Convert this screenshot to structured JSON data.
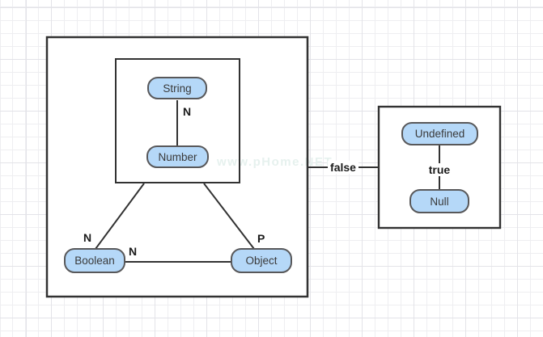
{
  "diagram": {
    "nodes": [
      {
        "id": "string",
        "label": "String"
      },
      {
        "id": "number",
        "label": "Number"
      },
      {
        "id": "boolean",
        "label": "Boolean"
      },
      {
        "id": "object",
        "label": "Object"
      },
      {
        "id": "undefined",
        "label": "Undefined"
      },
      {
        "id": "null",
        "label": "Null"
      }
    ],
    "edge_labels": {
      "string_number": "N",
      "group_boolean": "N",
      "boolean_object": "N",
      "group_object": "P",
      "left_right_group": "false",
      "undefined_null": "true"
    },
    "watermark": "www.pHome.NET",
    "colors": {
      "node_fill": "#b5d8f8",
      "node_border": "#58585a",
      "node_text": "#3a3a3a",
      "container_border": "#323232",
      "connector_line": "#323232",
      "edge_label_text": "#1b1b1b",
      "grid_minor": "#eeeef1",
      "grid_major": "#e3e3e8",
      "watermark_text": "#e6f1ee",
      "canvas_background": "#ffffff"
    }
  }
}
